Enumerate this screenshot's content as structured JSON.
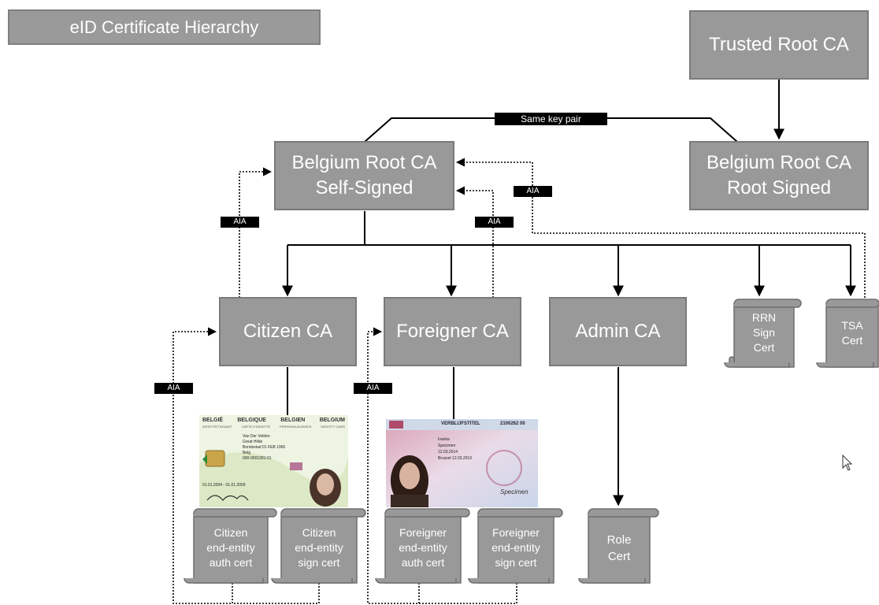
{
  "title": "eID Certificate Hierarchy",
  "nodes": {
    "trusted_root": "Trusted Root CA",
    "belgium_self": [
      "Belgium Root CA",
      "Self-Signed"
    ],
    "belgium_root_signed": [
      "Belgium Root CA",
      "Root Signed"
    ],
    "citizen_ca": "Citizen CA",
    "foreigner_ca": "Foreigner CA",
    "admin_ca": "Admin CA"
  },
  "edge_labels": {
    "same_key_pair": "Same key pair",
    "aia": "AIA"
  },
  "scrolls": {
    "rrn": [
      "RRN",
      "Sign",
      "Cert"
    ],
    "tsa": [
      "TSA",
      "Cert"
    ],
    "citizen_auth": [
      "Citizen",
      "end-entity",
      "auth cert"
    ],
    "citizen_sign": [
      "Citizen",
      "end-entity",
      "sign cert"
    ],
    "foreigner_auth": [
      "Foreigner",
      "end-entity",
      "auth cert"
    ],
    "foreigner_sign": [
      "Foreigner",
      "end-entity",
      "sign cert"
    ],
    "role": [
      "Role",
      "Cert"
    ]
  },
  "cards": {
    "citizen": {
      "header": [
        "BELGIË",
        "BELGIQUE",
        "BELGIEN",
        "BELGIUM"
      ],
      "subheader": [
        "IDENTITEITSKAART",
        "CARTE D'IDENTITÉ",
        "PERSONALAUSWEIS",
        "IDENTITY CARD"
      ],
      "name": "Van Der Velden",
      "given": "Great Hilde",
      "birth": "Bondsstad 01 FEB 1965",
      "nationality": "Belg",
      "card_no": "000-0001281-01",
      "validity": "01.01.2004 - 01.01.2009"
    },
    "foreigner": {
      "title": "VERBLIJFSTITEL",
      "number": "2100262 00",
      "name": "Ivanka",
      "given": "Specimen",
      "date1": "12.03.2014",
      "date2": "Brussel 12.03.2013",
      "sign": "Specimen"
    }
  },
  "colors": {
    "box_fill": "#999999",
    "box_border": "#7a7a7a",
    "label_bg": "#000000"
  }
}
